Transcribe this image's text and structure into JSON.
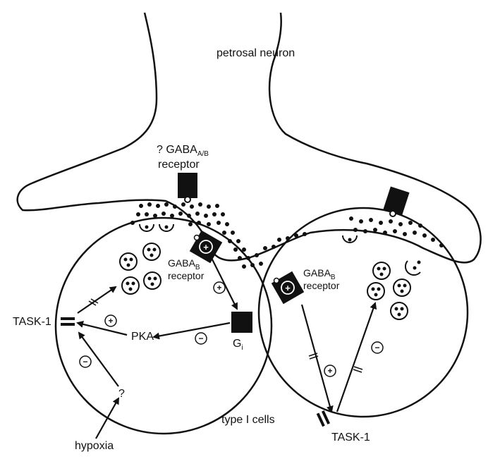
{
  "labels": {
    "petrosal_neuron": "petrosal neuron",
    "gaba_ab_prefix": "? GABA",
    "gaba_ab_sub": "A/B",
    "gaba_ab_line2": "receptor",
    "gaba_b_left": "GABA",
    "gaba_b_left_sub": "B",
    "gaba_b_left_line2": "receptor",
    "gaba_b_right": "GABA",
    "gaba_b_right_sub": "B",
    "gaba_b_right_line2": "receptor",
    "task1_left": "TASK-1",
    "task1_right": "TASK-1",
    "pka": "PKA",
    "gi": "G",
    "gi_sub": "i",
    "question": "?",
    "hypoxia": "hypoxia",
    "type1_cells": "type I cells"
  },
  "signs": {
    "plus": "+",
    "minus": "−"
  },
  "colors": {
    "ink": "#111111",
    "background": "#ffffff"
  }
}
